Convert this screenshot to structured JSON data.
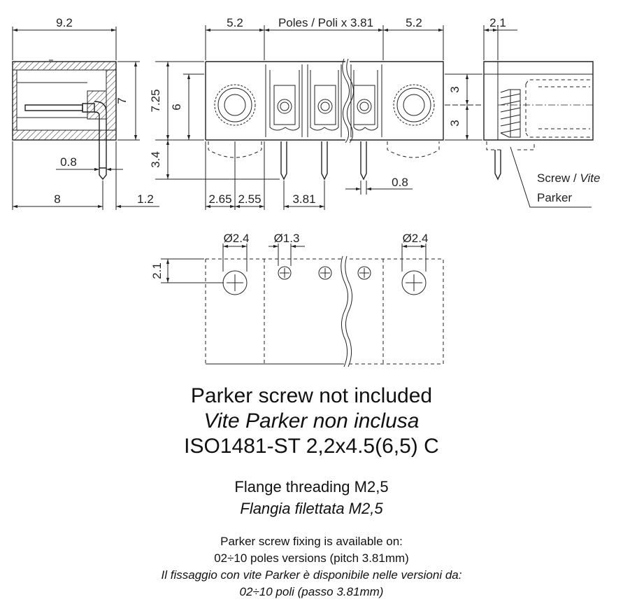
{
  "dimensions": {
    "side_width": "9.2",
    "flange_left": "5.2",
    "poles_pitch": "Poles / Poli x 3.81",
    "flange_right": "5.2",
    "side_right_width": "2.1",
    "side_height": "7",
    "total_height": "7.25",
    "body_height": "6",
    "half_height_top": "3",
    "half_height_bottom": "3",
    "pin_length": "3.4",
    "pin_thickness_left": "0.8",
    "pin_thickness_front": "0.8",
    "bottom_left": "8",
    "bottom_right": "1.2",
    "offset_a": "2.65",
    "offset_b": "2.55",
    "pitch": "3.81",
    "hole_large_left": "Ø2.4",
    "hole_small": "Ø1.3",
    "hole_large_right": "Ø2.4",
    "hole_offset": "2.1"
  },
  "callout": {
    "screw_label_en": "Screw / ",
    "screw_label_it": "Vite",
    "screw_label_2": "Parker"
  },
  "notes": {
    "line1": "Parker screw not included",
    "line2": "Vite Parker non inclusa",
    "line3": "ISO1481-ST 2,2x4.5(6,5) C",
    "line4": "Flange threading M2,5",
    "line5": "Flangia filettata M2,5",
    "line6": "Parker screw fixing is available on:",
    "line7": "02÷10 poles versions (pitch 3.81mm)",
    "line8": "Il fissaggio con vite Parker è disponibile nelle versioni da:",
    "line9": "02÷10 poli (passo 3.81mm)"
  }
}
